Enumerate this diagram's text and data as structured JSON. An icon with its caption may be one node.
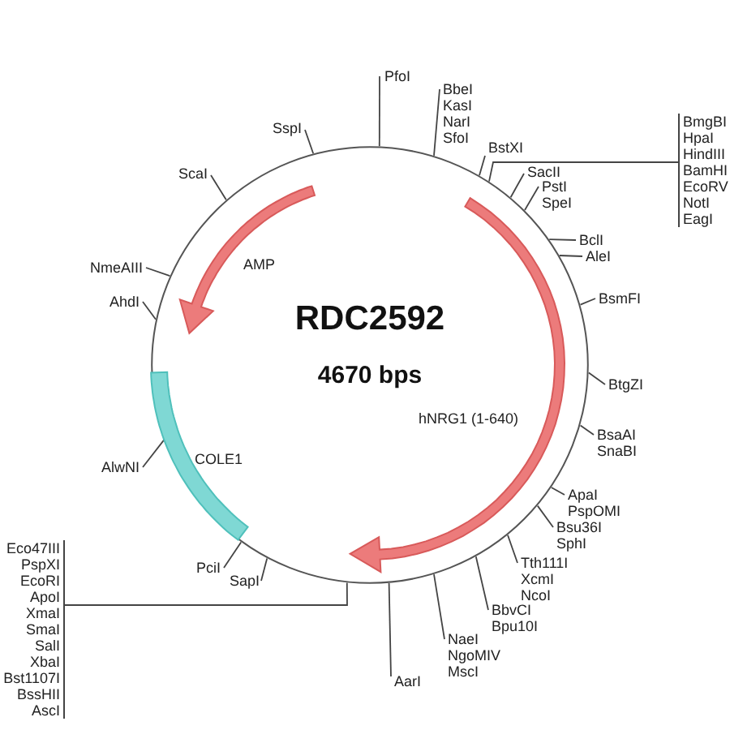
{
  "diagram": {
    "nodes": [
      {
        "text": [
          "RDC2592",
          "4670 bps"
        ]
      },
      {
        "text": [],
        "shape": "arrow",
        "beside": [
          "AMP"
        ],
        "in": 0
      },
      {
        "text": [],
        "shape": "arrow",
        "beside": [
          "hNRG1 (1-640)"
        ],
        "in": 0
      },
      {
        "text": [],
        "shape": "bar",
        "beside": [
          "COLE1"
        ],
        "in": 0
      },
      {
        "text": [
          "PfoI"
        ]
      },
      {
        "text": [
          "BbeI",
          "KasI",
          "NarI",
          "SfoI"
        ]
      },
      {
        "text": [
          "BstXI"
        ]
      },
      {
        "text": [
          "BmgBI",
          "HpaI",
          "HindIII",
          "BamHI",
          "EcoRV",
          "NotI",
          "EagI"
        ]
      },
      {
        "text": [
          "SacII"
        ]
      },
      {
        "text": [
          "PstI",
          "SpeI"
        ]
      },
      {
        "text": [
          "BclI"
        ]
      },
      {
        "text": [
          "AleI"
        ]
      },
      {
        "text": [
          "BsmFI"
        ]
      },
      {
        "text": [
          "BtgZI"
        ]
      },
      {
        "text": [
          "BsaAI",
          "SnaBI"
        ]
      },
      {
        "text": [
          "ApaI",
          "PspOMI"
        ]
      },
      {
        "text": [
          "Bsu36I",
          "SphI"
        ]
      },
      {
        "text": [
          "Tth111I",
          "XcmI",
          "NcoI"
        ]
      },
      {
        "text": [
          "BbvCI",
          "Bpu10I"
        ]
      },
      {
        "text": [
          "NaeI",
          "NgoMIV",
          "MscI"
        ]
      },
      {
        "text": [
          "AarI"
        ]
      },
      {
        "text": [
          "Eco47III",
          "PspXI",
          "EcoRI",
          "ApoI",
          "XmaI",
          "SmaI",
          "SalI",
          "XbaI",
          "Bst1107I",
          "BssHII",
          "AscI"
        ]
      },
      {
        "text": [
          "SapI"
        ]
      },
      {
        "text": [
          "PciI"
        ]
      },
      {
        "text": [
          "AlwNI"
        ]
      },
      {
        "text": [
          "AhdI"
        ]
      },
      {
        "text": [
          "NmeAIII"
        ]
      },
      {
        "text": [
          "ScaI"
        ]
      },
      {
        "text": [
          "SspI"
        ]
      }
    ],
    "edges": [
      {
        "from": 4,
        "to": 0,
        "arrow": "none"
      },
      {
        "from": 5,
        "to": 0,
        "arrow": "none"
      },
      {
        "from": 6,
        "to": 0,
        "arrow": "none"
      },
      {
        "from": 7,
        "to": 0,
        "arrow": "none"
      },
      {
        "from": 8,
        "to": 0,
        "arrow": "none"
      },
      {
        "from": 9,
        "to": 0,
        "arrow": "none"
      },
      {
        "from": 10,
        "to": 0,
        "arrow": "none"
      },
      {
        "from": 11,
        "to": 0,
        "arrow": "none"
      },
      {
        "from": 12,
        "to": 0,
        "arrow": "none"
      },
      {
        "from": 13,
        "to": 0,
        "arrow": "none"
      },
      {
        "from": 14,
        "to": 0,
        "arrow": "none"
      },
      {
        "from": 15,
        "to": 0,
        "arrow": "none"
      },
      {
        "from": 16,
        "to": 0,
        "arrow": "none"
      },
      {
        "from": 17,
        "to": 0,
        "arrow": "none"
      },
      {
        "from": 18,
        "to": 0,
        "arrow": "none"
      },
      {
        "from": 19,
        "to": 0,
        "arrow": "none"
      },
      {
        "from": 20,
        "to": 0,
        "arrow": "none"
      },
      {
        "from": 21,
        "to": 0,
        "arrow": "none"
      },
      {
        "from": 22,
        "to": 0,
        "arrow": "none"
      },
      {
        "from": 23,
        "to": 0,
        "arrow": "none"
      },
      {
        "from": 24,
        "to": 0,
        "arrow": "none"
      },
      {
        "from": 25,
        "to": 0,
        "arrow": "none"
      },
      {
        "from": 26,
        "to": 0,
        "arrow": "none"
      },
      {
        "from": 27,
        "to": 0,
        "arrow": "none"
      },
      {
        "from": 28,
        "to": 0,
        "arrow": "none"
      }
    ]
  }
}
